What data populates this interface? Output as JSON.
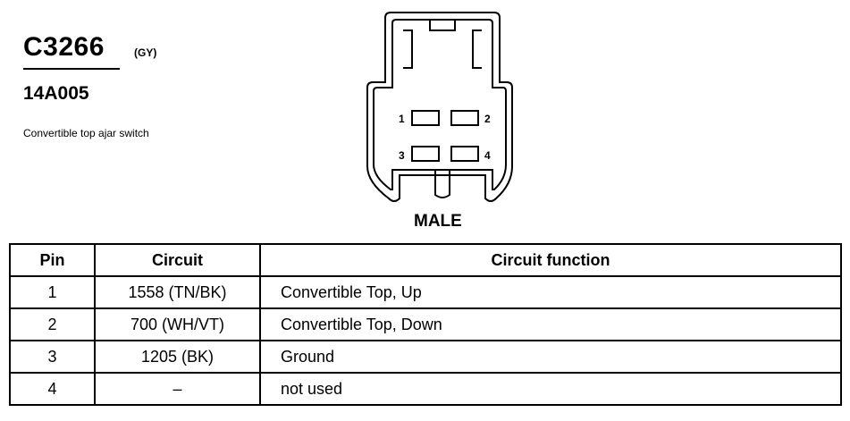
{
  "connector": {
    "id": "C3266",
    "color_code": "(GY)",
    "part_number": "14A005",
    "description": "Convertible top ajar switch",
    "gender": "MALE"
  },
  "diagram": {
    "pin_labels": [
      "1",
      "2",
      "3",
      "4"
    ]
  },
  "table": {
    "headers": [
      "Pin",
      "Circuit",
      "Circuit function"
    ],
    "rows": [
      {
        "pin": "1",
        "circuit": "1558 (TN/BK)",
        "function": "Convertible Top, Up"
      },
      {
        "pin": "2",
        "circuit": "700 (WH/VT)",
        "function": "Convertible Top, Down"
      },
      {
        "pin": "3",
        "circuit": "1205 (BK)",
        "function": "Ground"
      },
      {
        "pin": "4",
        "circuit": "–",
        "function": "not used"
      }
    ]
  }
}
